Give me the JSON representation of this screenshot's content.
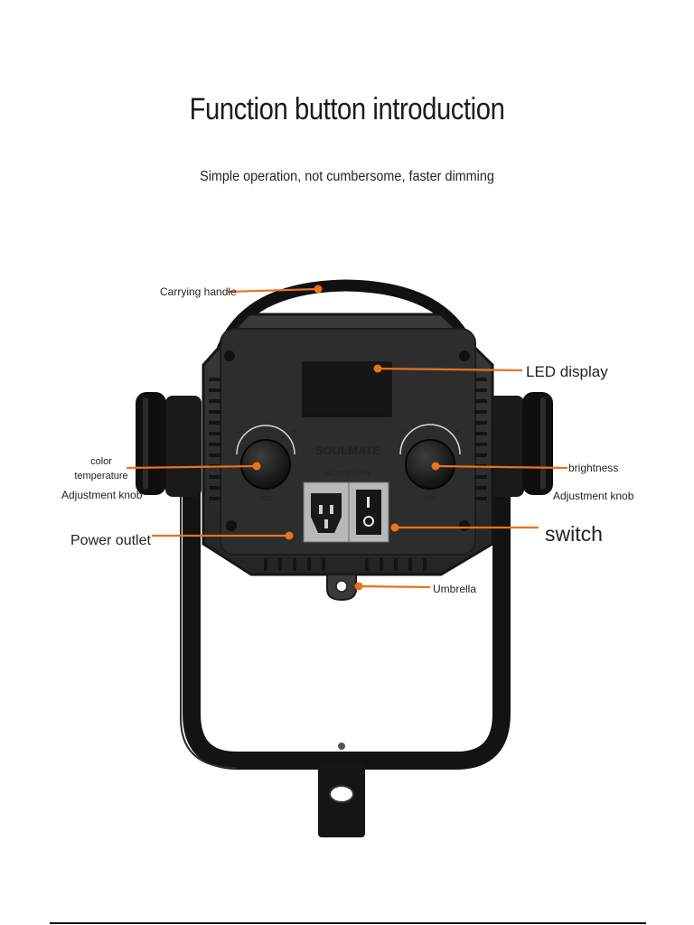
{
  "title": "Function button introduction",
  "subtitle": "Simple operation, not cumbersome, faster dimming",
  "device": {
    "brand": "SOULMATE",
    "rating": "AC 220V / 50Hz",
    "knob_left_caption": "CCT",
    "knob_right_caption": "DIM",
    "minus": "–",
    "plus": "+"
  },
  "callouts": {
    "carrying_handle": "Carrying handle",
    "led_display": "LED display",
    "color_line1": "color",
    "color_line2": "temperature",
    "adjustment_knob_left": "Adjustment knob",
    "brightness": "brightness",
    "adjustment_knob_right": "Adjustment knob",
    "power_outlet": "Power outlet",
    "switch": "switch",
    "umbrella": "Umbrella"
  },
  "colors": {
    "accent": "#e8731c",
    "body": "#2c2c2c",
    "dark": "#141414"
  }
}
